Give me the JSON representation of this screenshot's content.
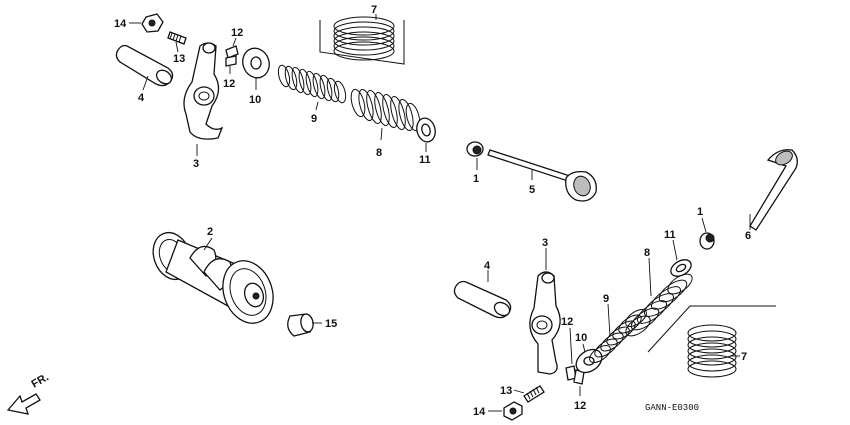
{
  "diagram": {
    "code": "GANN-E0300",
    "direction_label": "FR.",
    "callouts": {
      "c1a": "1",
      "c1b": "1",
      "c2": "2",
      "c3a": "3",
      "c3b": "3",
      "c4a": "4",
      "c4b": "4",
      "c5": "5",
      "c6": "6",
      "c7a": "7",
      "c7b": "7",
      "c8a": "8",
      "c8b": "8",
      "c9a": "9",
      "c9b": "9",
      "c10a": "10",
      "c10b": "10",
      "c11a": "11",
      "c11b": "11",
      "c12a": "12",
      "c12b": "12",
      "c12c": "12",
      "c12d": "12",
      "c13a": "13",
      "c13b": "13",
      "c14a": "14",
      "c14b": "14",
      "c15": "15"
    }
  }
}
